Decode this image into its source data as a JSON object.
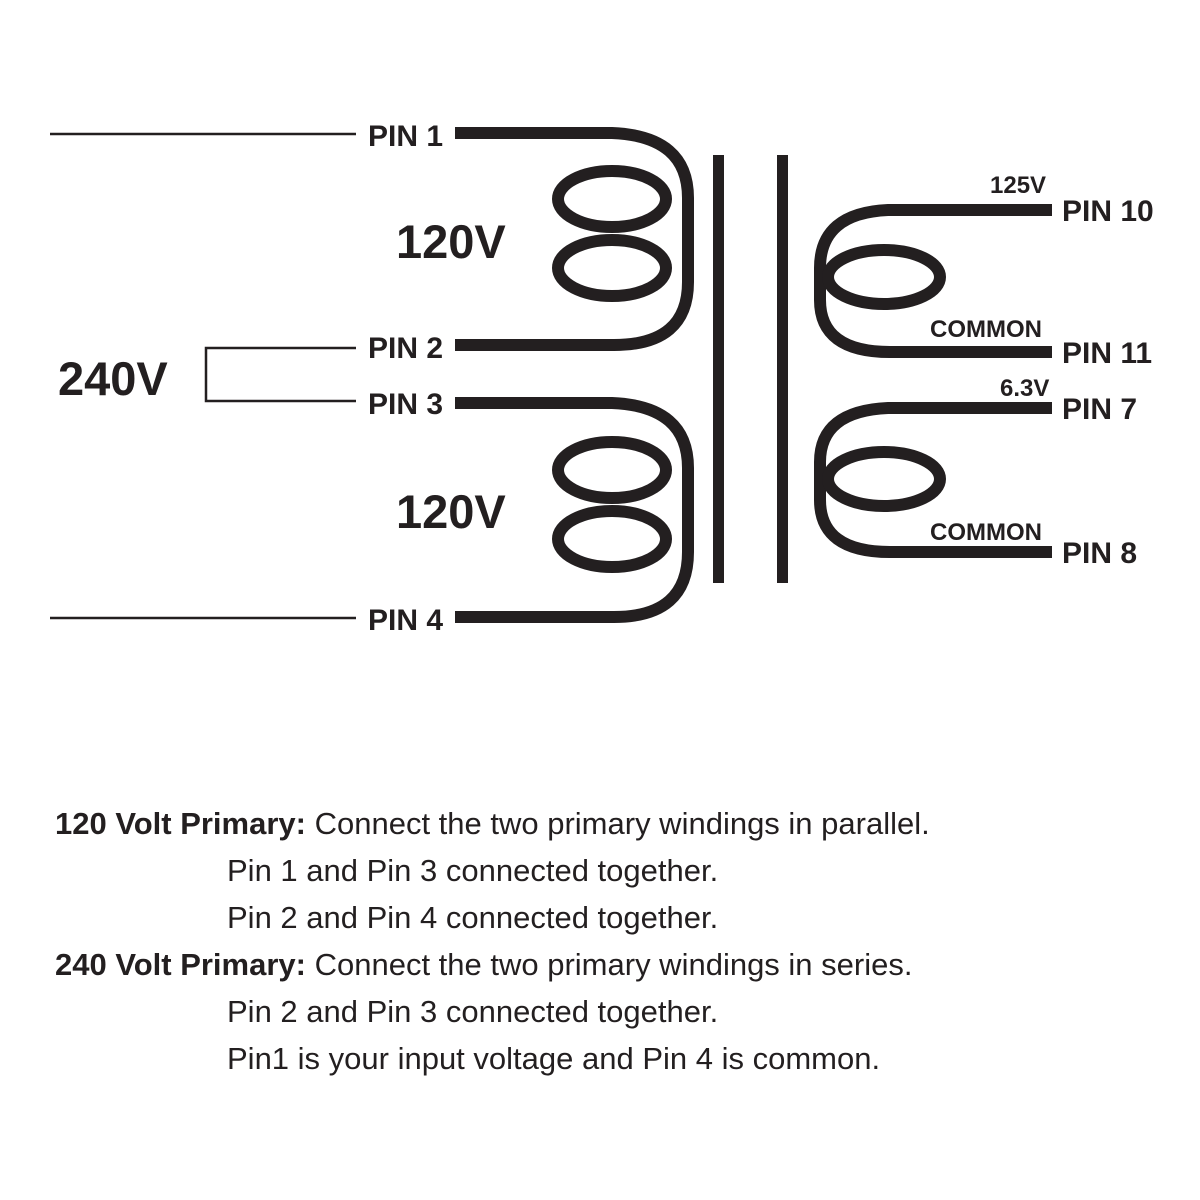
{
  "diagram": {
    "primary": {
      "pin1": "PIN 1",
      "winding1_voltage": "120V",
      "pin2": "PIN 2",
      "series_voltage": "240V",
      "pin3": "PIN 3",
      "winding2_voltage": "120V",
      "pin4": "PIN 4"
    },
    "secondary": {
      "winding1": {
        "voltage": "125V",
        "pin_top": "PIN 10",
        "common_label": "COMMON",
        "pin_bottom": "PIN 11"
      },
      "winding2": {
        "voltage": "6.3V",
        "pin_top": "PIN 7",
        "common_label": "COMMON",
        "pin_bottom": "PIN 8"
      }
    }
  },
  "notes": {
    "lines": [
      {
        "bold": "120 Volt Primary:",
        "text": " Connect the two primary windings in parallel."
      },
      {
        "bold": "",
        "text": "Pin 1 and Pin 3 connected together."
      },
      {
        "bold": "",
        "text": "Pin 2 and Pin 4 connected together."
      },
      {
        "bold": "240 Volt Primary:",
        "text": " Connect the two primary windings in series."
      },
      {
        "bold": "",
        "text": "Pin 2 and Pin 3 connected together."
      },
      {
        "bold": "",
        "text": "Pin1 is your input voltage and Pin 4 is common."
      }
    ]
  },
  "colors": {
    "ink": "#231f20",
    "background": "#ffffff"
  }
}
